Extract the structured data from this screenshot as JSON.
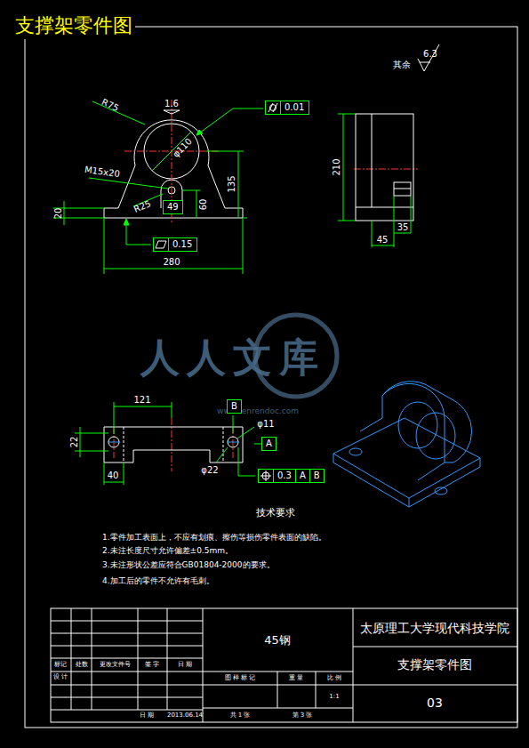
{
  "diagram": {
    "title": "支撑架零件图",
    "nodes": [
      {
        "text": [
          "0.01"
        ]
      },
      {
        "text": [
          "0.15"
        ]
      },
      {
        "text": [
          "B"
        ]
      },
      {
        "text": [
          "A"
        ]
      },
      {
        "text": [
          "0.3",
          "A",
          "B"
        ]
      },
      {
        "text": [
          "49"
        ]
      }
    ],
    "labels": [
      "其余",
      "6.3",
      "R75",
      "1.6",
      "φ110",
      "M15x20",
      "R25",
      "60",
      "135",
      "20",
      "280",
      "210",
      "45",
      "35",
      "121",
      "22",
      "φ11",
      "40",
      "φ22",
      "人人文库",
      "www.renrendoc.com",
      "技术要求",
      "1.零件加工表面上，不应有划痕、擦伤等损伤零件表面的缺陷。",
      "2.未注长度尺寸允许偏差±0.5mm。",
      "3.未注形状公差应符合GB01804-2000的要求。",
      "4.加工后的零件不允许有毛刺。",
      "45钢",
      "太原理工大学现代科技学院",
      "支撑架零件图",
      "03",
      "标记",
      "处数",
      "更改文件号",
      "签 字",
      "日 期",
      "设 计",
      "日 期",
      "2013.06.14",
      "图 样 标 记",
      "重 量",
      "比 例",
      "1:1",
      "共 1 张",
      "第 3 张"
    ]
  }
}
